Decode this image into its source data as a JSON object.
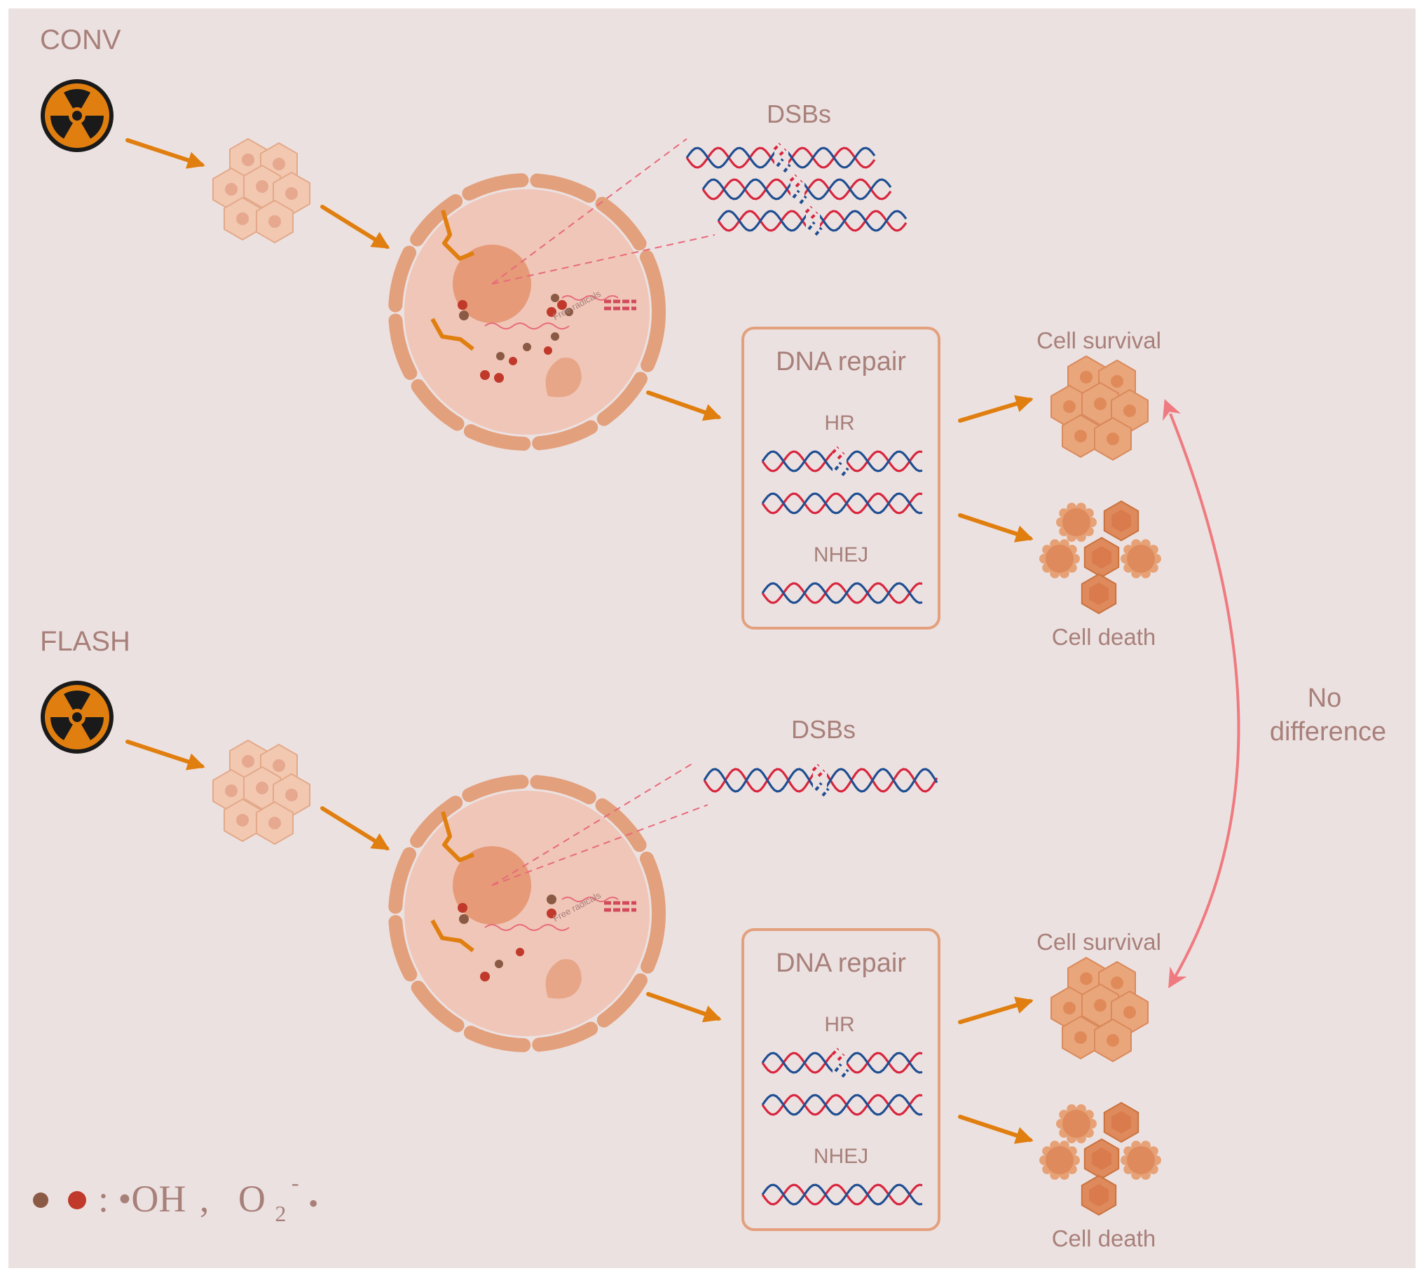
{
  "colors": {
    "panel_bg": "#ece1e1",
    "accent_orange": "#e07f10",
    "cell_fill": "#f2c8b0",
    "tumor_fill": "#e69a6a",
    "membrane": "#e3a07c",
    "dna_red": "#d7263d",
    "dna_blue": "#1f4e91",
    "radical_brown": "#8b5a44",
    "radical_red": "#c0392b",
    "arc_pink": "#ef7a7f",
    "text": "#a8807a"
  },
  "rows": [
    {
      "id": "conv",
      "title": "CONV",
      "dsb_label": "DSBs",
      "dsb_strands": 3,
      "radical_label": "Free radicals",
      "repair": {
        "title": "DNA repair",
        "hr_label": "HR",
        "nhej_label": "NHEJ"
      },
      "outcomes": {
        "survival_label": "Cell survival",
        "death_label": "Cell death"
      }
    },
    {
      "id": "flash",
      "title": "FLASH",
      "dsb_label": "DSBs",
      "dsb_strands": 1,
      "radical_label": "Free radicals",
      "repair": {
        "title": "DNA repair",
        "hr_label": "HR",
        "nhej_label": "NHEJ"
      },
      "outcomes": {
        "survival_label": "Cell survival",
        "death_label": "Cell death"
      }
    }
  ],
  "comparison": {
    "line1": "No",
    "line2": "difference"
  },
  "legend": {
    "separator": ":",
    "hydroxyl": "•OH",
    "comma": ",",
    "superoxide_base": "O",
    "superoxide_sub": "2",
    "superoxide_sup": "-",
    "superoxide_dot": "•"
  }
}
